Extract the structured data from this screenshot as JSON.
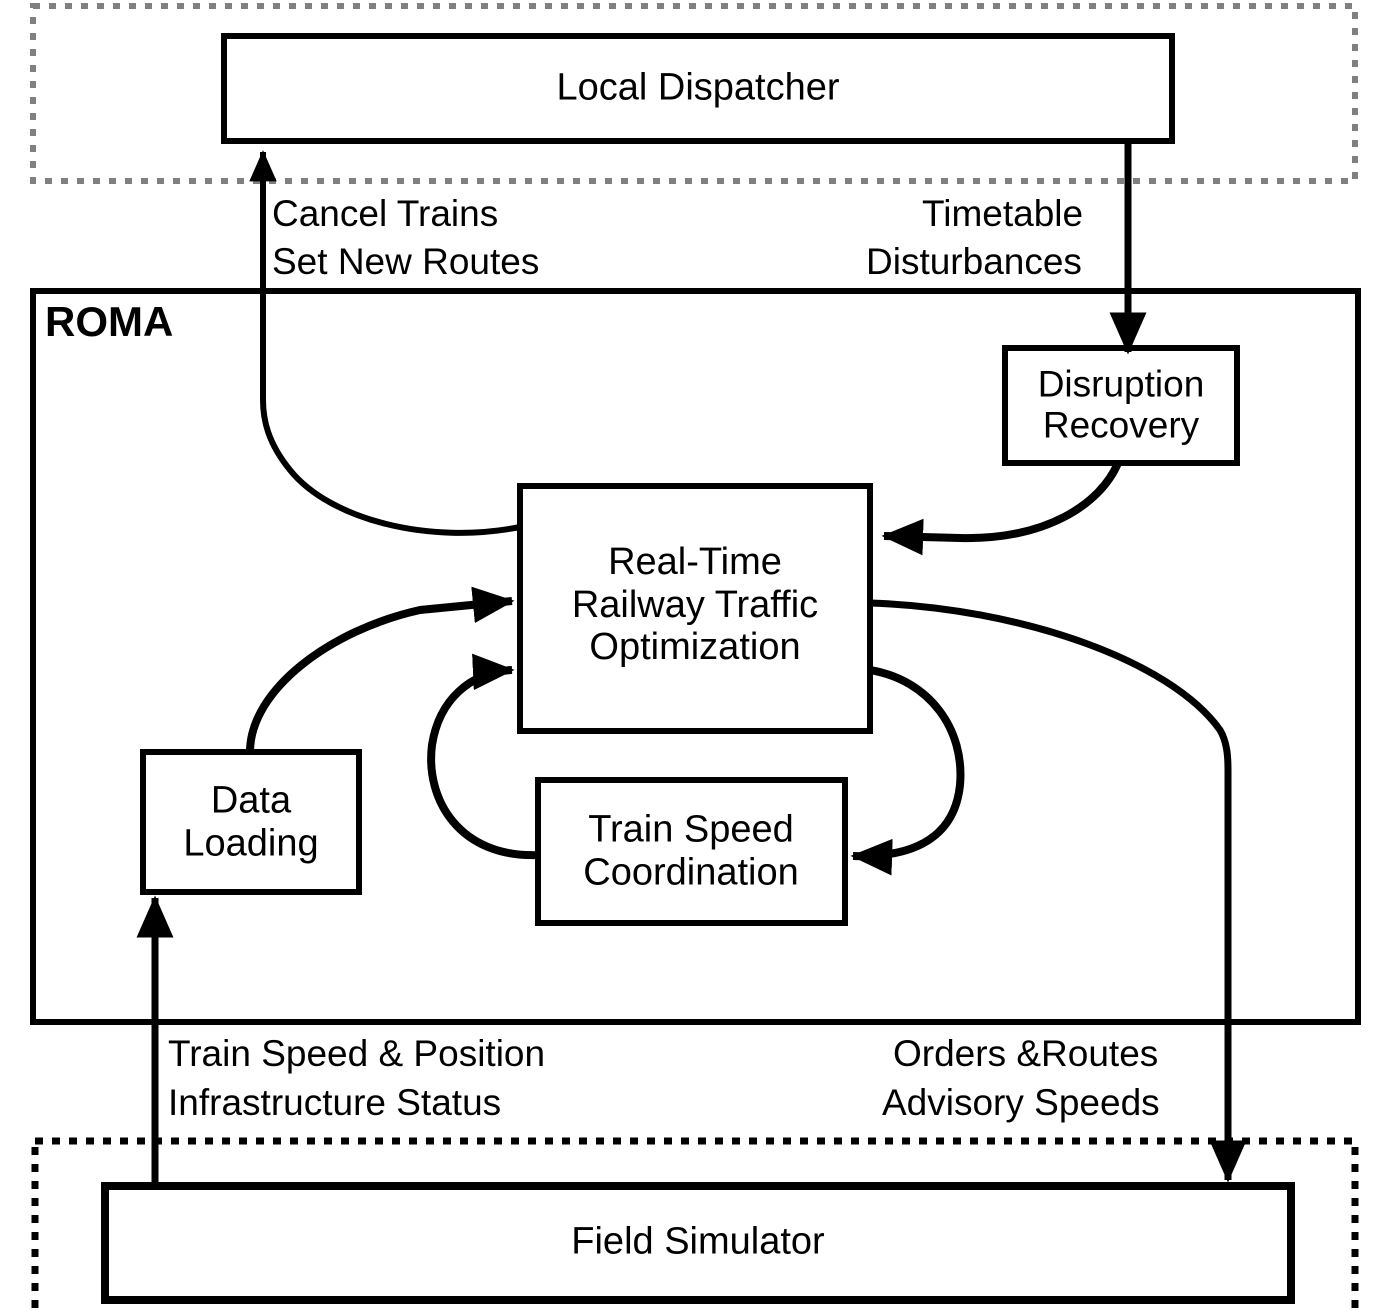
{
  "diagram": {
    "title_hidden": "",
    "groups": [
      {
        "id": "human-layer",
        "label": "",
        "border": "dotted",
        "color": "#808080"
      },
      {
        "id": "roma",
        "label": "ROMA",
        "border": "solid",
        "color": "#000000"
      },
      {
        "id": "field-layer",
        "label": "",
        "border": "dotted",
        "color": "#000000"
      }
    ],
    "nodes": [
      {
        "id": "local-dispatcher",
        "label": "Local Dispatcher"
      },
      {
        "id": "disruption-recovery",
        "label": "Disruption\nRecovery"
      },
      {
        "id": "rtrto",
        "label": "Real-Time\nRailway Traffic\nOptimization"
      },
      {
        "id": "data-loading",
        "label": "Data\nLoading"
      },
      {
        "id": "train-speed-coordination",
        "label": "Train Speed\nCoordination"
      },
      {
        "id": "field-simulator",
        "label": "Field Simulator"
      }
    ],
    "edge_labels": [
      {
        "id": "cancel-trains",
        "line1": "Cancel Trains",
        "line2": "Set New Routes"
      },
      {
        "id": "timetable-disturbances",
        "line1": "Timetable",
        "line2": "Disturbances"
      },
      {
        "id": "train-speed-position",
        "line1": "Train Speed & Position",
        "line2": "Infrastructure Status"
      },
      {
        "id": "orders-routes",
        "line1": "Orders &Routes",
        "line2": "Advisory Speeds"
      }
    ],
    "colors": {
      "stroke": "#000000",
      "dotted_gray": "#808080",
      "background": "#ffffff"
    }
  }
}
